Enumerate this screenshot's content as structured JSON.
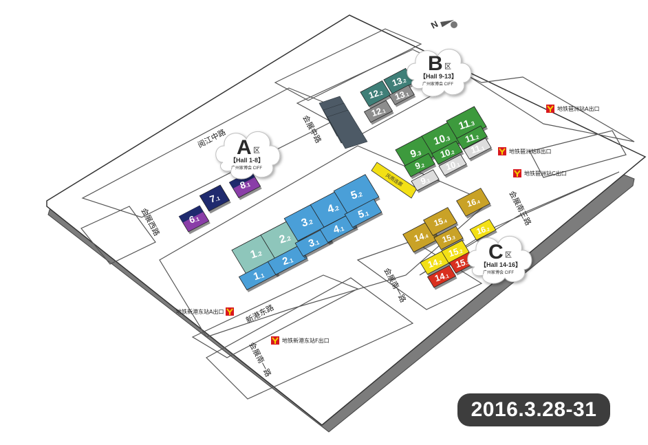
{
  "zones": {
    "a": {
      "letter": "A",
      "qu": "区",
      "hall": "【Hall 1-8】",
      "brand": "广州家博会 CIFF"
    },
    "b": {
      "letter": "B",
      "qu": "区",
      "hall": "【Hall 9-13】",
      "brand": "广州家博会 CIFF"
    },
    "c": {
      "letter": "C",
      "qu": "区",
      "hall": "【Hall 14-16】",
      "brand": "广州家博会 CIFF"
    }
  },
  "roads": {
    "yuejiang": "阅江中路",
    "xingang": "新港东路",
    "huizhan_w": "会展西路",
    "huizhan_c": "会展中路",
    "huizhan_s1a": "会展南一路",
    "huizhan_s1b": "会展南一路",
    "huizhan_s3": "会展南三路",
    "walkway": "风雨连廊"
  },
  "exits": {
    "pazhou_a": "地铁琶洲站A出口",
    "pazhou_b": "地铁琶洲站B出口",
    "pazhou_c": "地铁琶洲站C出口",
    "xg_a": "地铁新港东站A出口",
    "xg_f": "地铁新港东站F出口"
  },
  "halls": {
    "h6_1": {
      "main": "6",
      "sub": ".1"
    },
    "h7_1": {
      "main": "7",
      "sub": ".1"
    },
    "h8_1": {
      "main": "8",
      "sub": ".1"
    },
    "h1_1": {
      "main": "1",
      "sub": ".1"
    },
    "h1_2": {
      "main": "1",
      "sub": ".2"
    },
    "h2_1": {
      "main": "2",
      "sub": ".1"
    },
    "h2_2": {
      "main": "2",
      "sub": ".2"
    },
    "h3_1": {
      "main": "3",
      "sub": ".1"
    },
    "h3_2": {
      "main": "3",
      "sub": ".2"
    },
    "h4_1": {
      "main": "4",
      "sub": ".1"
    },
    "h4_2": {
      "main": "4",
      "sub": ".2"
    },
    "h5_1": {
      "main": "5",
      "sub": ".1"
    },
    "h5_2": {
      "main": "5",
      "sub": ".2"
    },
    "h12_1": {
      "main": "12",
      "sub": ".1"
    },
    "h12_2": {
      "main": "12",
      "sub": ".2"
    },
    "h13_1": {
      "main": "13",
      "sub": ".1"
    },
    "h13_2": {
      "main": "13",
      "sub": ".2"
    },
    "h9_1": {
      "main": "9",
      "sub": ".1"
    },
    "h9_2": {
      "main": "9",
      "sub": ".2"
    },
    "h9_3": {
      "main": "9",
      "sub": ".3"
    },
    "h10_1": {
      "main": "10",
      "sub": ".1"
    },
    "h10_2": {
      "main": "10",
      "sub": ".2"
    },
    "h10_3": {
      "main": "10",
      "sub": ".3"
    },
    "h11_1": {
      "main": "11",
      "sub": ".1"
    },
    "h11_2": {
      "main": "11",
      "sub": ".2"
    },
    "h11_3": {
      "main": "11",
      "sub": ".3"
    },
    "h14_1": {
      "main": "14",
      "sub": ".1"
    },
    "h14_2": {
      "main": "14",
      "sub": ".2"
    },
    "h14_4": {
      "main": "14",
      "sub": ".4"
    },
    "h15_1": {
      "main": "15",
      "sub": ".1"
    },
    "h15_2": {
      "main": "15",
      "sub": ".2"
    },
    "h15_3": {
      "main": "15",
      "sub": ".3"
    },
    "h15_4": {
      "main": "15",
      "sub": ".4"
    },
    "h16_2": {
      "main": "16",
      "sub": ".2"
    },
    "h16_4": {
      "main": "16",
      "sub": ".4"
    }
  },
  "compass": "N",
  "date": "2016.3.28-31",
  "colors": {
    "teal": "#5fa8a0",
    "darkteal": "#3f7f78",
    "lightteal": "#8ec6bb",
    "blue": "#4a9fd8",
    "navy": "#1f2a6e",
    "purple": "#8a3ea8",
    "green": "#3d9a3d",
    "grey": "#8d8d8d",
    "gold": "#c9a227",
    "yellow": "#f3e016",
    "red": "#d9301f"
  }
}
